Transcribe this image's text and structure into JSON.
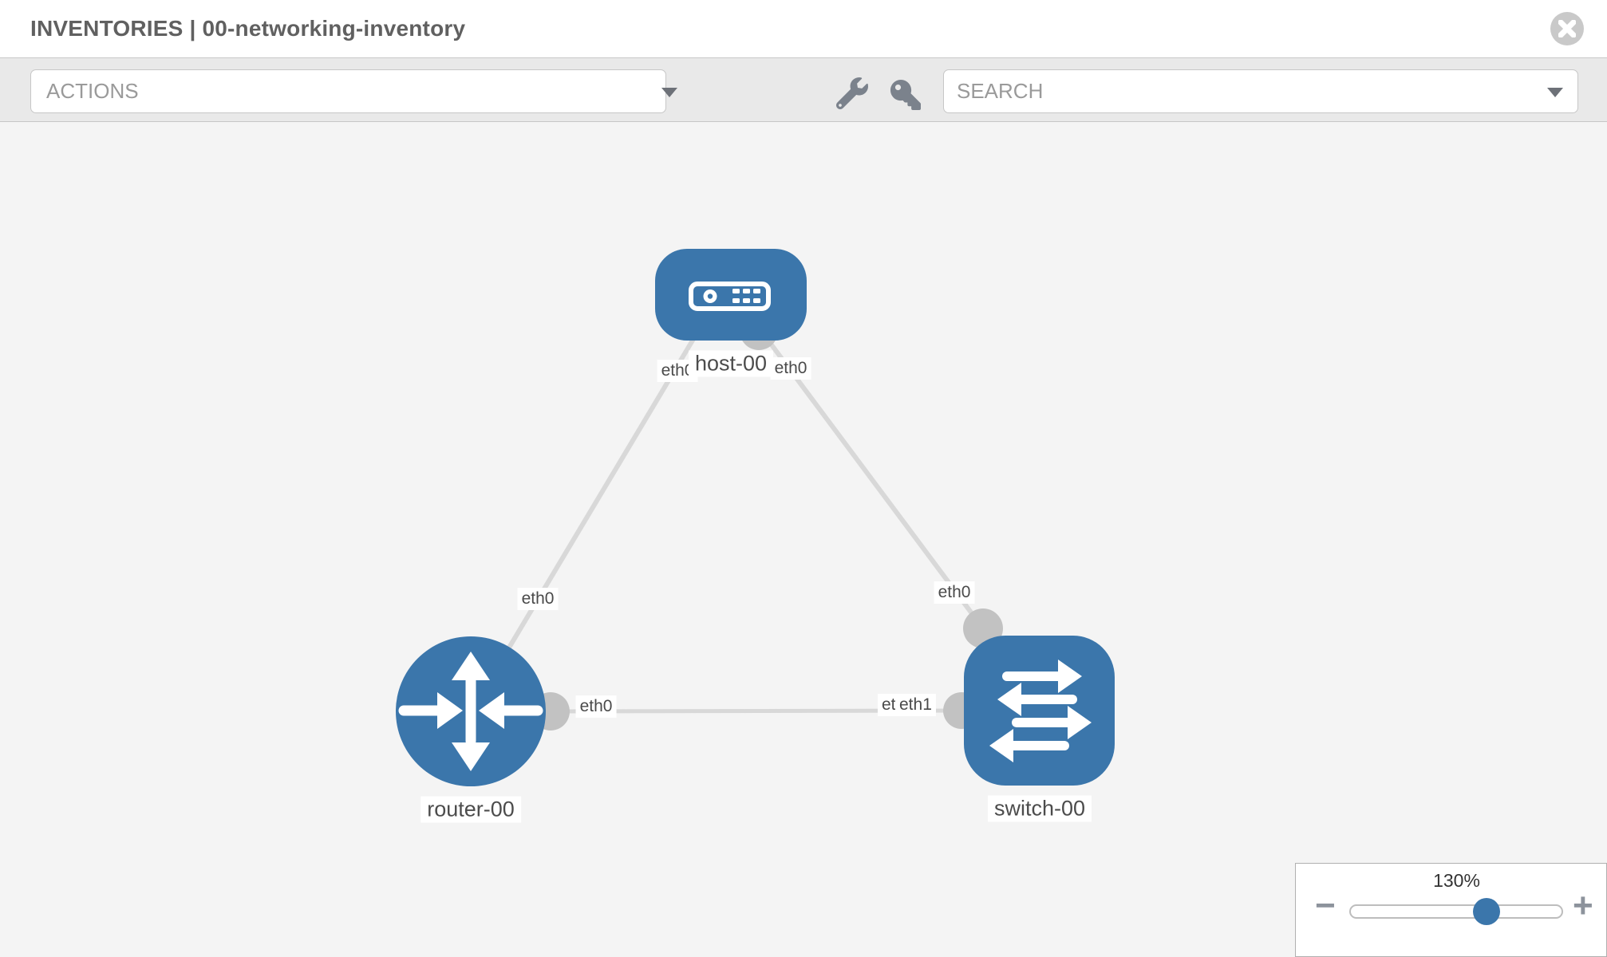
{
  "header": {
    "title": "INVENTORIES | 00-networking-inventory"
  },
  "toolbar": {
    "actions_dropdown": {
      "label": "ACTIONS"
    },
    "tools": [
      {
        "name": "wrench"
      },
      {
        "name": "key"
      }
    ],
    "search_dropdown": {
      "placeholder": "SEARCH"
    }
  },
  "topology": {
    "nodes": [
      {
        "id": "host-00",
        "type": "host",
        "label": "host-00"
      },
      {
        "id": "router-00",
        "type": "router",
        "label": "router-00"
      },
      {
        "id": "switch-00",
        "type": "switch",
        "label": "switch-00"
      }
    ],
    "links": [
      {
        "from": "host-00",
        "from_interface": "eth0",
        "to": "router-00",
        "to_interface": "eth0"
      },
      {
        "from": "host-00",
        "from_interface": "eth0",
        "to": "switch-00",
        "to_interface": "eth0"
      },
      {
        "from": "router-00",
        "from_interface": "eth0",
        "to": "switch-00",
        "to_interface": "eth1",
        "to_interface_overlapped": "eth0"
      }
    ]
  },
  "zoom_control": {
    "level": "130%",
    "zoom_out_glyph": "−",
    "zoom_in_glyph": "+",
    "slider_percent": 62
  },
  "colors": {
    "node_blue": "#3b76ab",
    "link_gray": "#d8d8d8",
    "connector_gray": "#c2c2c2",
    "toolbar_bg": "#e9e9e9",
    "canvas_bg": "#f4f4f4"
  }
}
